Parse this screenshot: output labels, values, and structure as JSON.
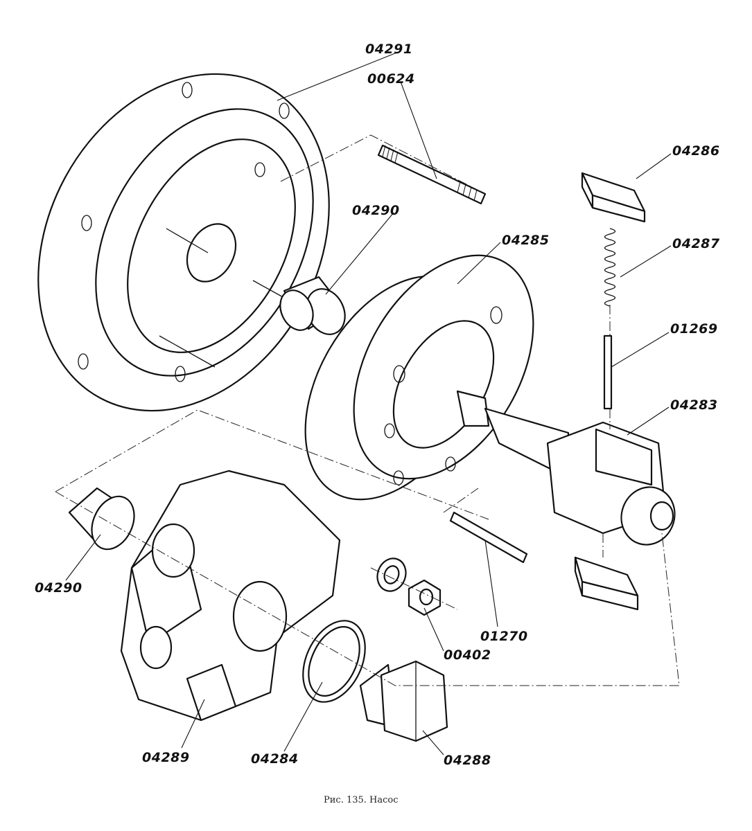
{
  "diagram": {
    "labels": [
      {
        "id": "04291",
        "text": "04291"
      },
      {
        "id": "00624",
        "text": "00624"
      },
      {
        "id": "04286",
        "text": "04286"
      },
      {
        "id": "04290_top",
        "text": "04290"
      },
      {
        "id": "04285",
        "text": "04285"
      },
      {
        "id": "04287",
        "text": "04287"
      },
      {
        "id": "01269",
        "text": "01269"
      },
      {
        "id": "04283",
        "text": "04283"
      },
      {
        "id": "04290_left",
        "text": "04290"
      },
      {
        "id": "01270",
        "text": "01270"
      },
      {
        "id": "00402",
        "text": "00402"
      },
      {
        "id": "04289",
        "text": "04289"
      },
      {
        "id": "04284",
        "text": "04284"
      },
      {
        "id": "04288",
        "text": "04288"
      }
    ],
    "caption": "Рис. 135. Насос"
  }
}
